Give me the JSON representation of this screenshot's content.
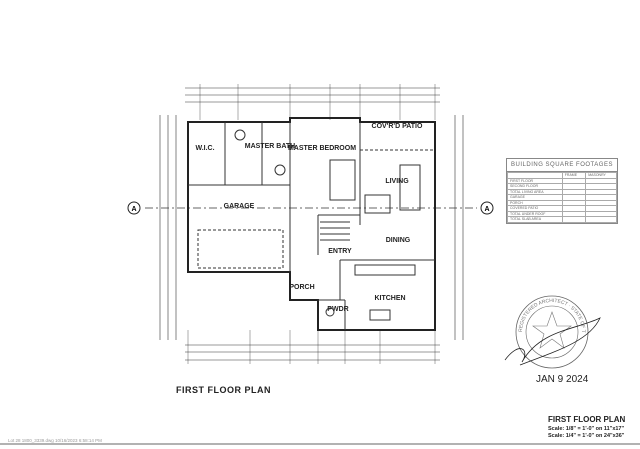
{
  "drawing": {
    "title": "FIRST FLOOR PLAN",
    "date": "JAN 9 2024",
    "section_marker": "A",
    "rooms": {
      "wic": "W.I.C.",
      "master_bath": "MASTER BATH",
      "master_bedroom": "MASTER BEDROOM",
      "covered_patio": "COV'R'D PATIO",
      "living": "LIVING",
      "garage": "GARAGE",
      "dining": "DINING",
      "entry": "ENTRY",
      "porch": "PORCH",
      "kitchen": "KITCHEN",
      "powder": "PWDR"
    }
  },
  "square_footage_table": {
    "title": "BUILDING SQUARE FOOTAGES",
    "columns": [
      "",
      "FRAME",
      "MASONRY"
    ],
    "rows": [
      "FIRST FLOOR",
      "SECOND FLOOR",
      "TOTAL LIVING AREA",
      "GARAGE",
      "PORCH",
      "COVERED PATIO",
      "TOTAL UNDER ROOF",
      "TOTAL SLAB AREA"
    ]
  },
  "stamp": {
    "text": "REGISTERED ARCHITECT · STATE OF TEXAS"
  },
  "title_block": {
    "title": "FIRST FLOOR PLAN",
    "scale_1": "Scale: 1/8\" = 1'-0\" on 11\"x17\"",
    "scale_2": "Scale: 1/4\" = 1'-0\" on 24\"x36\""
  },
  "footer": "Lot 28 1800_3339.dwg 10/16/2023 6:58:14 PM"
}
